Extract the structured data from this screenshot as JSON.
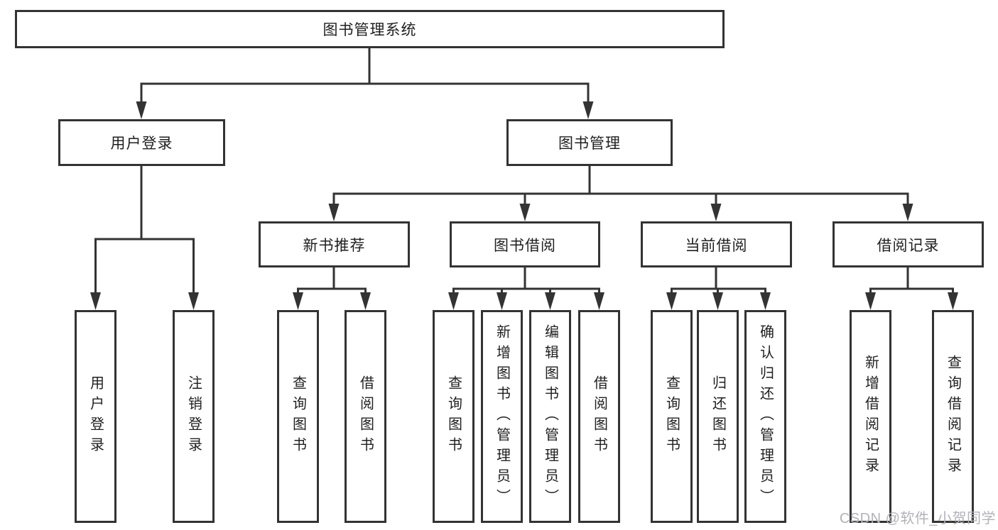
{
  "tree": {
    "label": "图书管理系统",
    "children": [
      {
        "label": "用户登录",
        "children": [
          {
            "label": "用户登录"
          },
          {
            "label": "注销登录"
          }
        ]
      },
      {
        "label": "图书管理",
        "children": [
          {
            "label": "新书推荐",
            "children": [
              {
                "label": "查询图书"
              },
              {
                "label": "借阅图书"
              }
            ]
          },
          {
            "label": "图书借阅",
            "children": [
              {
                "label": "查询图书"
              },
              {
                "label": "新增图书（管理员）"
              },
              {
                "label": "编辑图书（管理员）"
              },
              {
                "label": "借阅图书"
              }
            ]
          },
          {
            "label": "当前借阅",
            "children": [
              {
                "label": "查询图书"
              },
              {
                "label": "归还图书"
              },
              {
                "label": "确认归还（管理员）"
              }
            ]
          },
          {
            "label": "借阅记录",
            "children": [
              {
                "label": "新增借阅记录"
              },
              {
                "label": "查询借阅记录"
              }
            ]
          }
        ]
      }
    ]
  },
  "watermark": "CSDN @软件_小贺同学",
  "colors": {
    "line": "#333333",
    "box_border": "#333333",
    "text": "#1f1f1f",
    "watermark_text": "#b2b2ba",
    "background": "#ffffff"
  }
}
